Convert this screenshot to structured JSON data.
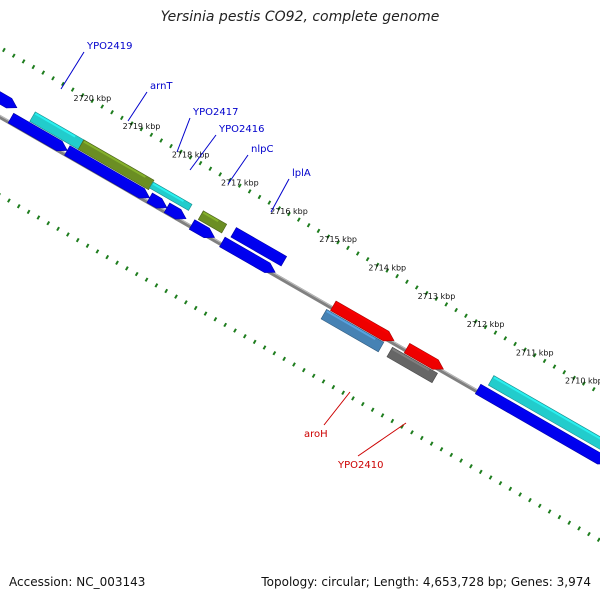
{
  "title": "Yersinia pestis CO92, complete genome",
  "footer": {
    "accession": "Accession: NC_003143",
    "summary": "Topology: circular; Length: 4,653,728 bp; Genes: 3,974"
  },
  "colors": {
    "backbone": "#808080",
    "tick": "#1e7d1e",
    "forward_label": "#0000cc",
    "reverse_label": "#cc0000",
    "blue": "#0000ee",
    "cyan": "#22cccc",
    "olive": "#6b8e23",
    "red": "#ee0000",
    "steel": "#4682b4",
    "gray": "#666666"
  },
  "ticks": [
    {
      "label": "2720 kbp"
    },
    {
      "label": "2719 kbp"
    },
    {
      "label": "2718 kbp"
    },
    {
      "label": "2717 kbp"
    },
    {
      "label": "2716 kbp"
    },
    {
      "label": "2715 kbp"
    },
    {
      "label": "2714 kbp"
    },
    {
      "label": "2713 kbp"
    },
    {
      "label": "2712 kbp"
    },
    {
      "label": "2711 kbp"
    },
    {
      "label": "2710 kbp"
    }
  ],
  "gene_labels": [
    {
      "name": "YPO2419",
      "strand": "forward"
    },
    {
      "name": "arnT",
      "strand": "forward"
    },
    {
      "name": "YPO2417",
      "strand": "forward"
    },
    {
      "name": "YPO2416",
      "strand": "forward"
    },
    {
      "name": "nlpC",
      "strand": "forward"
    },
    {
      "name": "lplA",
      "strand": "forward"
    },
    {
      "name": "aroH",
      "strand": "reverse"
    },
    {
      "name": "YPO2410",
      "strand": "reverse"
    }
  ]
}
